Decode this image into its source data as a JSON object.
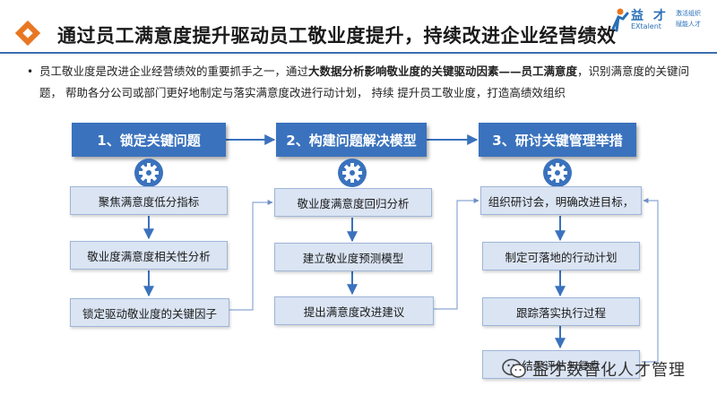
{
  "header": {
    "title": "通过员工满意度提升驱动员工敬业度提升，持续改进企业经营绩效",
    "accent_color": "#e87722"
  },
  "brand": {
    "name_cn": "益 才",
    "name_en": "EXtalent",
    "slogan_line1": "激活组织",
    "slogan_line2": "赋能人才"
  },
  "intro": {
    "bullet": "•",
    "text_1": "员工敬业度是改进企业经营绩效的重要抓手之一，通过",
    "text_bold": "大数据分析影响敬业度的关键驱动因素——员工满意度",
    "text_2": "，识别满意度的关键问题， 帮助各分公司或部门更好地制定与落实满意度改进行动计划， 持续 提升员工敬业度，打造高绩效组织"
  },
  "stages": [
    {
      "label": "1、锁定关键问题",
      "steps": [
        "聚焦满意度低分指标",
        "敬业度满意度相关性分析",
        "锁定驱动敬业度的关键因子"
      ]
    },
    {
      "label": "2、构建问题解决模型",
      "steps": [
        "敬业度满意度回归分析",
        "建立敬业度预测模型",
        "提出满意度改进建议"
      ]
    },
    {
      "label": "3、研讨关键管理举措",
      "steps": [
        "组织研讨会，明确改进目标，",
        "制定可落地的行动计划",
        "跟踪落实执行过程",
        "结果评估与复盘"
      ]
    }
  ],
  "colors": {
    "stage_fill": "#3a72bd",
    "step_fill": "#dae4f3",
    "arrow": "#3a72bd"
  },
  "watermark": {
    "text": "益才数智化人才管理"
  }
}
